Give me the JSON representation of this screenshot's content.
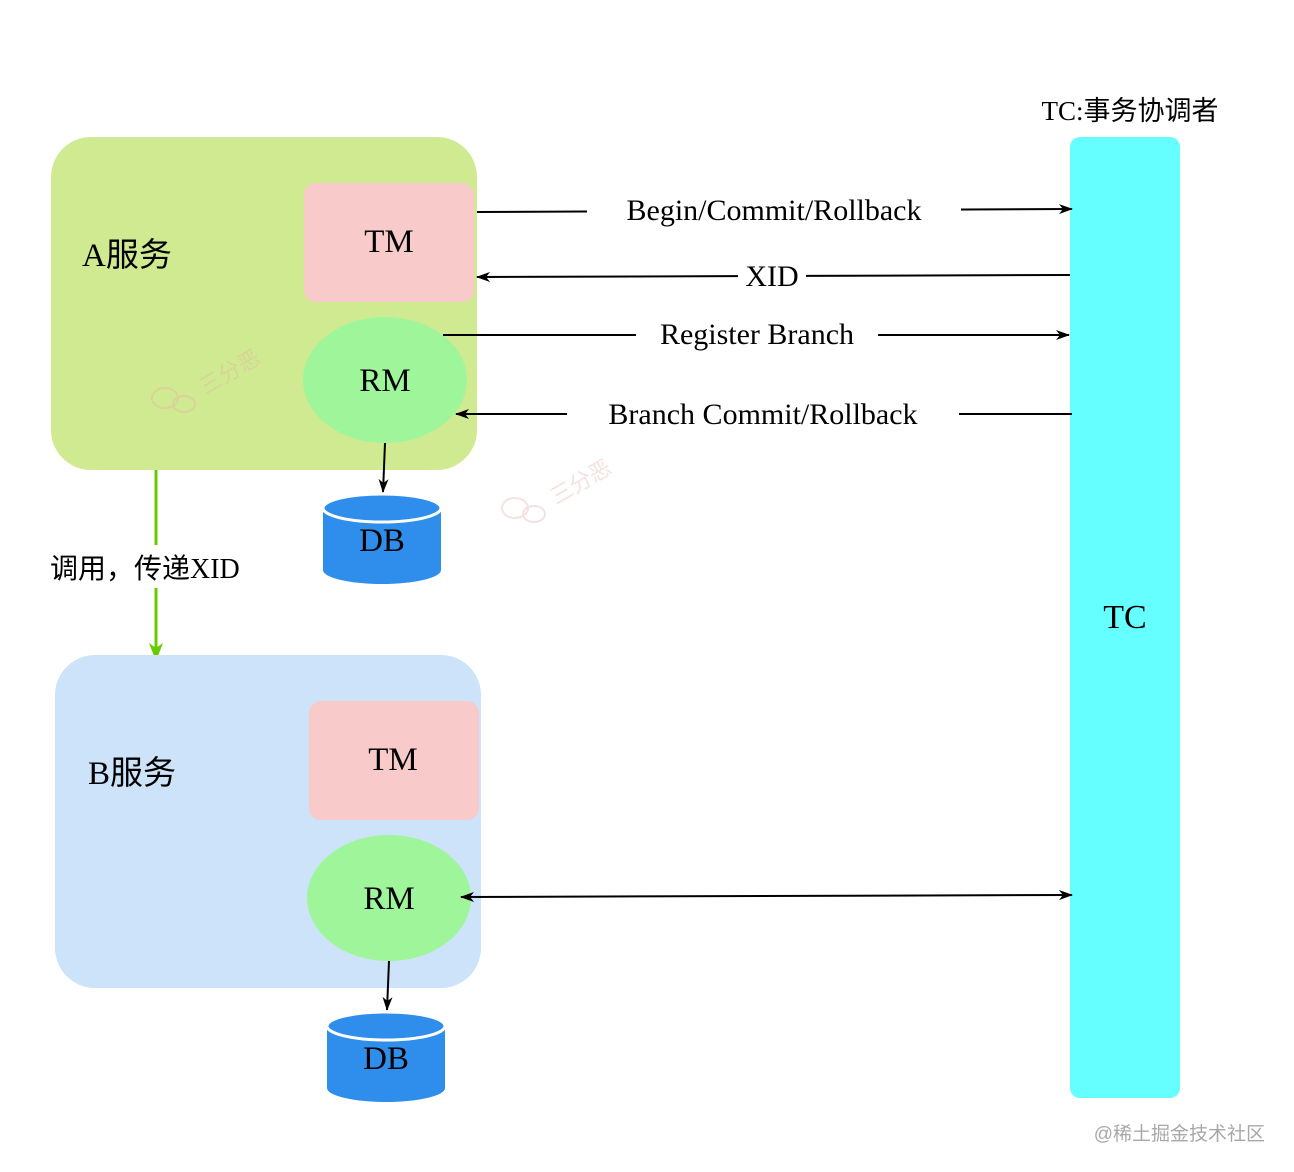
{
  "coordinator": {
    "title": "TC:事务协调者",
    "label": "TC"
  },
  "service_a": {
    "label": "A服务",
    "tm": "TM",
    "rm": "RM",
    "db": "DB"
  },
  "service_b": {
    "label": "B服务",
    "tm": "TM",
    "rm": "RM",
    "db": "DB"
  },
  "arrows": {
    "begin_commit_rollback": "Begin/Commit/Rollback",
    "xid": "XID",
    "register_branch": "Register Branch",
    "branch_commit_rollback": "Branch Commit/Rollback",
    "call_pass_xid": "调用，传递XID"
  },
  "watermarks": {
    "brand": "三分恶",
    "site": "@稀土掘金技术社区"
  },
  "colors": {
    "service_a_bg": "#D0EA91",
    "service_b_bg": "#CCE3FA",
    "tm_bg": "#F8CACA",
    "rm_bg": "#9EF59A",
    "db_fill": "#2F8EEB",
    "tc_bg": "#66FFFF",
    "call_arrow": "#66CC00"
  }
}
